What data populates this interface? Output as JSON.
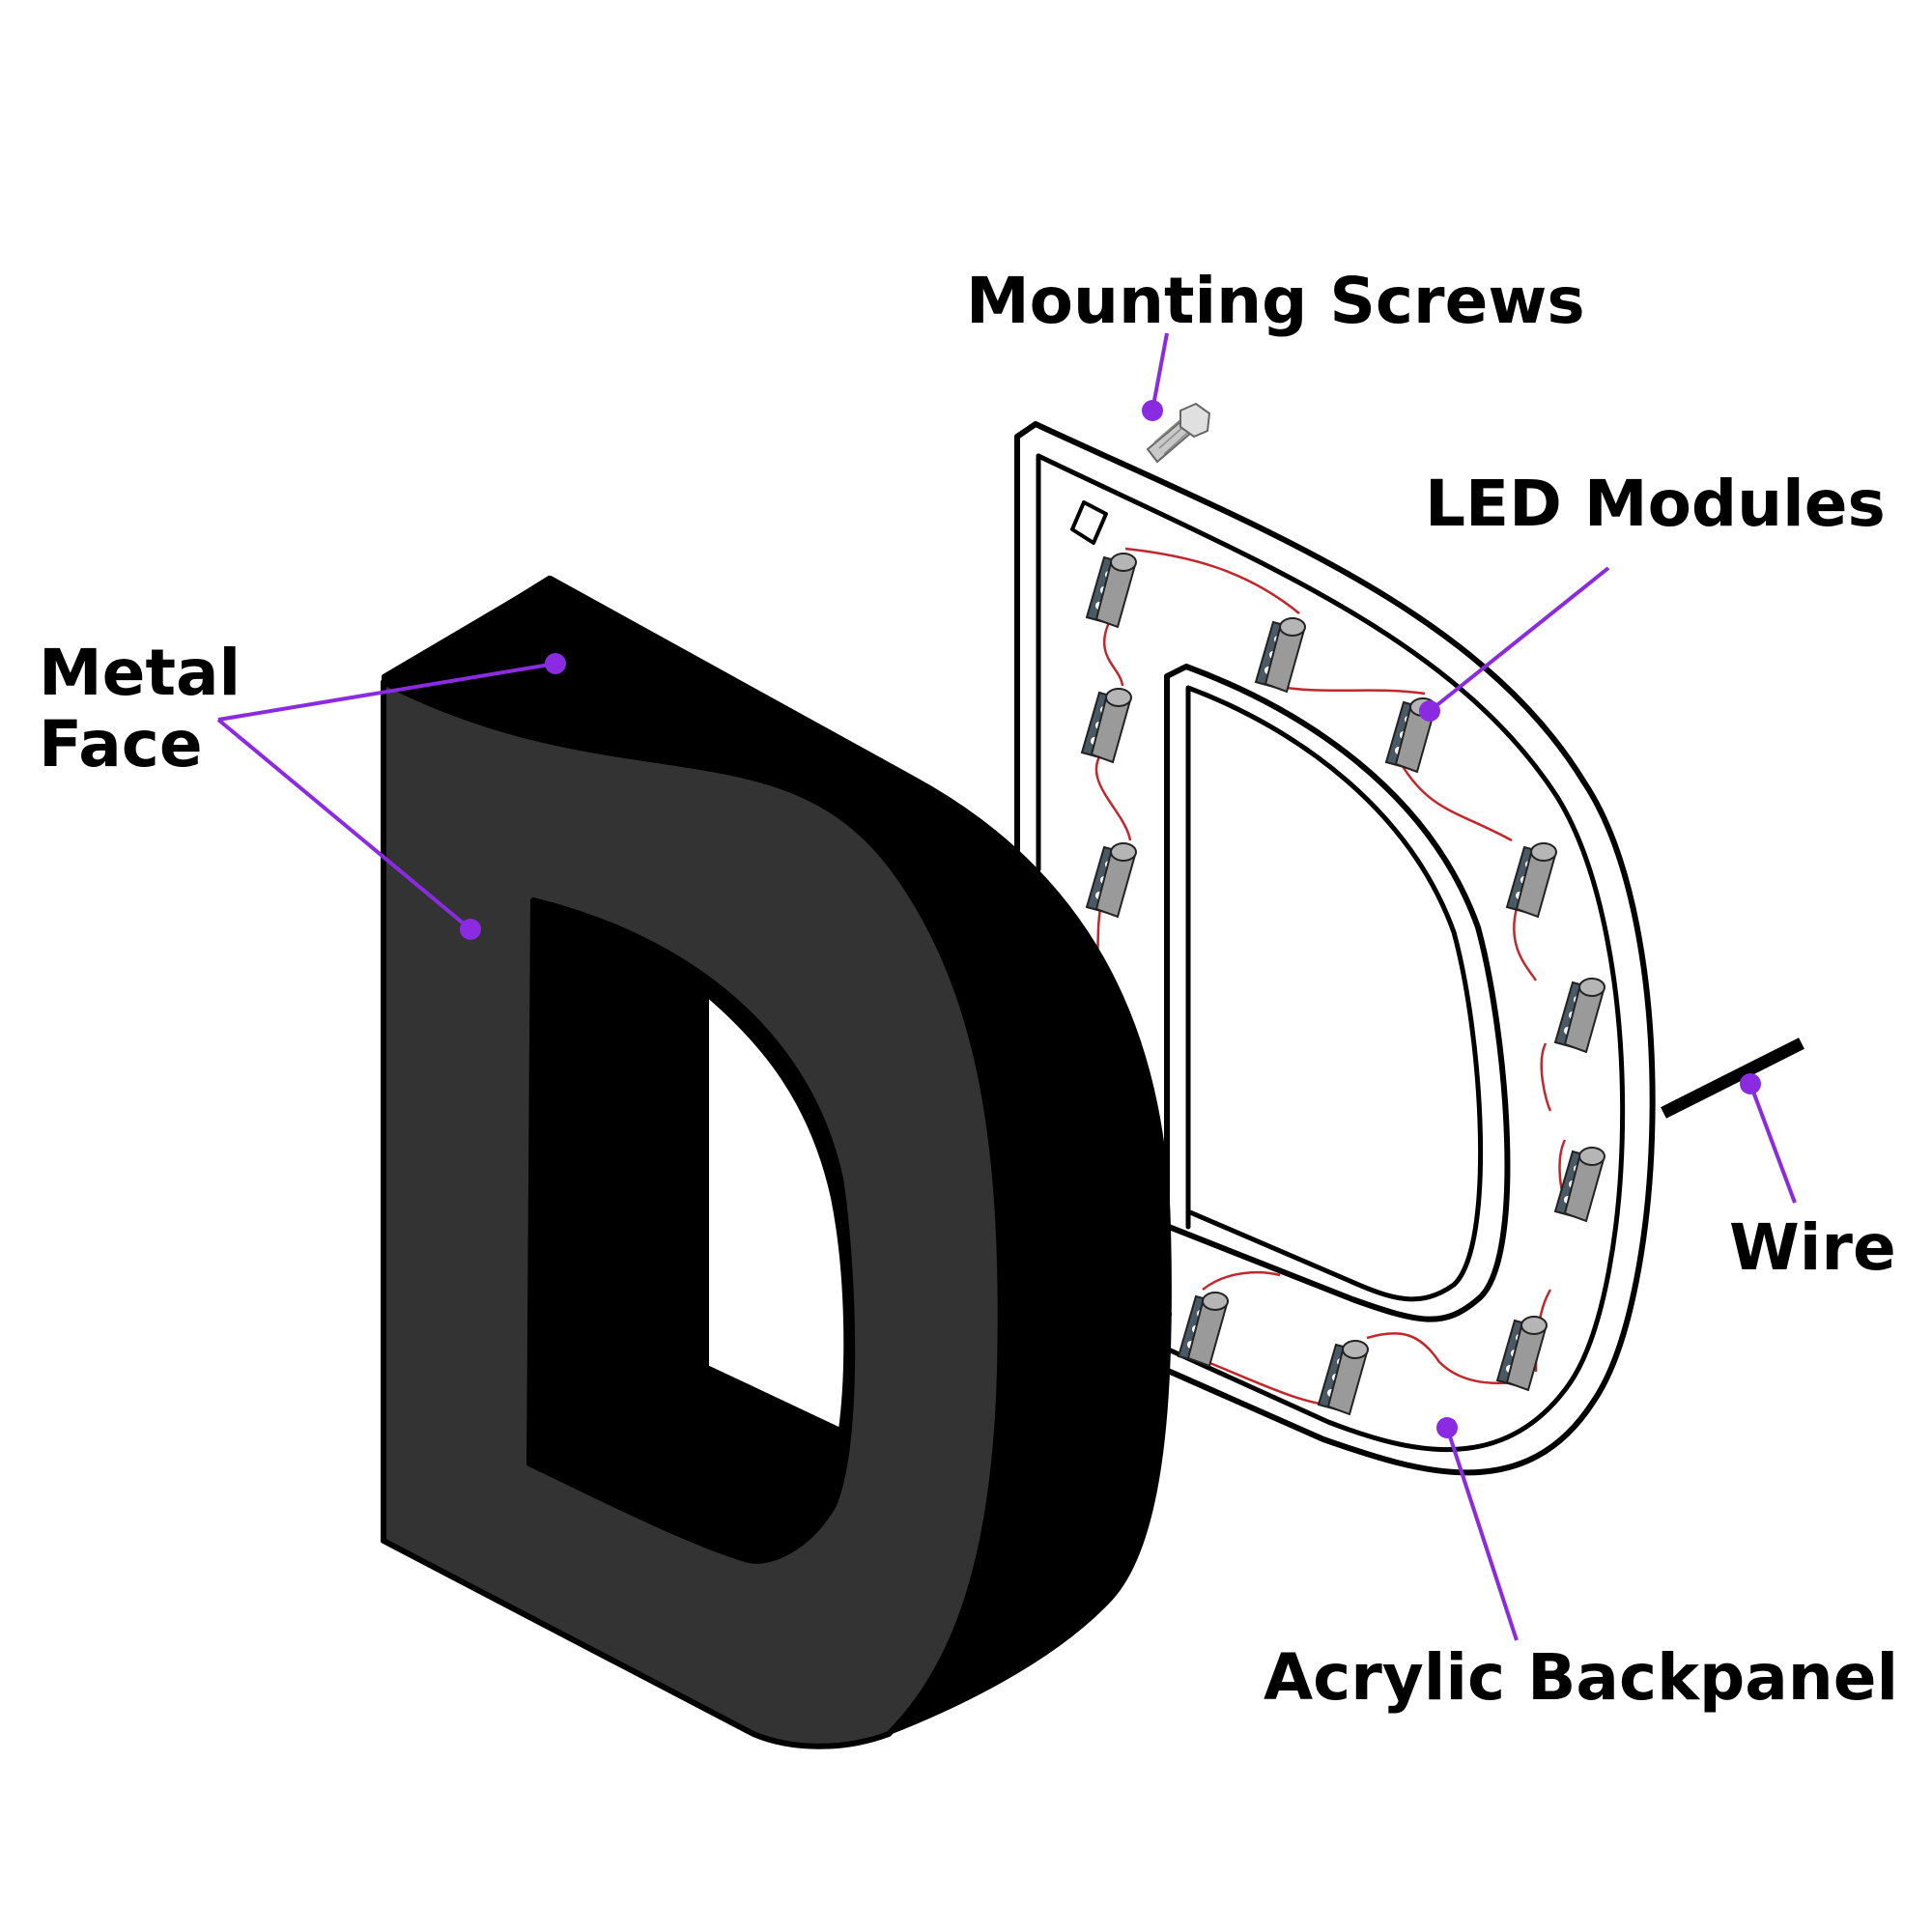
{
  "labels": {
    "metal_face_line1": "Metal",
    "metal_face_line2": "Face",
    "mounting_screws": "Mounting Screws",
    "led_modules": "LED Modules",
    "wire": "Wire",
    "acrylic_backpanel": "Acrylic Backpanel"
  },
  "colors": {
    "callout": "#8a2be2",
    "face": "#333333",
    "return": "#000000",
    "wire": "#c0282d",
    "led_body": "#9a9a9a",
    "led_board": "#4a5a64"
  }
}
